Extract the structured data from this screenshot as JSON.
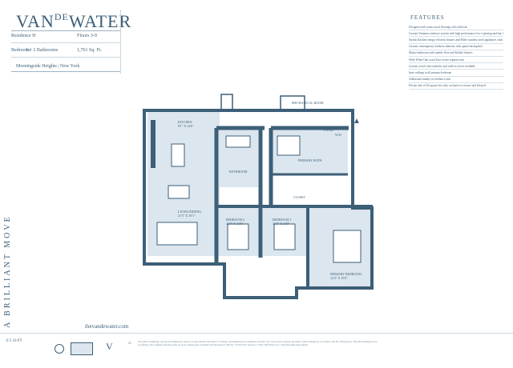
{
  "brand": {
    "name": "VANDEWATER",
    "prefix": "VAN",
    "small": "DE",
    "suffix": "WATER",
    "website": "thevandewater.com",
    "tagline": "A BRILLIANT MOVE"
  },
  "unit": {
    "residence": "Residence H",
    "floors": "Floors 3-9",
    "bedrooms": "Bedrooms",
    "bed_detail": "3 + 2 Bathrooms",
    "area": "1,761 Sq. Ft.",
    "address": "Morningside Heights | New York"
  },
  "features": {
    "title": "FEATURES",
    "items": [
      "Designed with warm wood flooring with solid oak",
      "Custom Ventanas windows system with high performance low-e glazing and bay finishing",
      "Stylish Kitchen energy efficient fixtures and Miele stainless steel appliances with double deep",
      "Custom contemporary kitchen cabinetry with quartz backsplash",
      "Master bathroom with marble floor and Kohler fixtures",
      "Wide White Oak wood floor in the separate unit",
      "Custom wood-clad wardrobe and walk-in closet available",
      "Inset ceilings in all primary bedroom",
      "Additional laundry in residence unit",
      "Private side of 26 square feet only exclusive to terrace and lifestyle"
    ]
  },
  "rooms": {
    "kitchen": "KITCHEN",
    "kitchen_dim": "9'1\" X 14'6\"",
    "living": "LIVING/DINING",
    "living_dim": "21'5\" X 16'1\"",
    "bath": "BATHROOM",
    "bed2": "BEDROOM 2",
    "bed2_dim": "11'9\" X 11'6\"",
    "bed3": "BEDROOM 3",
    "bed3_dim": "11'0\" X 11'9\"",
    "primary": "PRIMARY BEDROOM",
    "primary_dim": "12'4\" X 15'0\"",
    "primary_bath": "PRIMARY BATH",
    "closet": "CLOSET",
    "wd": "W/D",
    "entry": "ENTRY",
    "foyer": "MECHANICAL ROOM"
  },
  "footer": {
    "scale": "0      5      10 FT",
    "disclaimer": "The artist's renderings, layouts and dimensions shown are approximate and subject to change. All dimensions are estimates and may vary. The sponsor reserves the right to make changes in accordance with the offering plan. This advertisement is not an offering. The complete offering terms are in an offering plan available from the Sponsor. File No. CD19-0133. Sponsor: 2 West 108 Owner LLC. Equal Housing Opportunity."
  },
  "colors": {
    "wall": "#3d5f78",
    "fill": "#dce6ee",
    "text": "#3d5f78"
  }
}
